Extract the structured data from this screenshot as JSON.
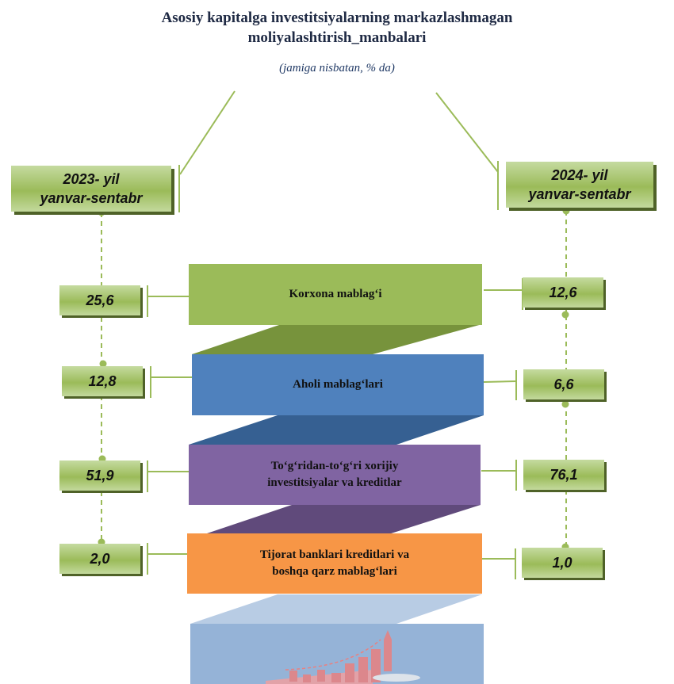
{
  "header": {
    "title_line1": "Asosiy kapitalga  investitsiyalarning markazlashmagan",
    "title_line2": "moliyalashtirish_manbalari",
    "subtitle": "(jamiga  nisbatan, % da)"
  },
  "periods": [
    {
      "line1": "2023- yil",
      "line2": "yanvar-sentabr"
    },
    {
      "line1": "2024- yil",
      "line2": "yanvar-sentabr"
    }
  ],
  "colors": {
    "box_green": "#9bbb59",
    "box_shadow": "#4f6228",
    "connector": "#9bbb59",
    "band_green": "#9bbb59",
    "band_blue": "#4f81bd",
    "band_purple": "#8064a2",
    "band_orange": "#f79646",
    "band_lightblue": "#95b3d7"
  },
  "chart_data": {
    "type": "table",
    "title": "Asosiy kapitalga investitsiyalarning markazlashmagan moliyalashtirish manbalari",
    "subtitle": "(jamiga nisbatan, % da)",
    "unit": "%",
    "periods": [
      "2023- yil yanvar-sentabr",
      "2024- yil yanvar-sentabr"
    ],
    "categories": [
      {
        "label_line1": "Korxona mablag‘i",
        "label_line2": "",
        "v2023": "25,6",
        "v2024": "12,6"
      },
      {
        "label_line1": "Aholi mablag‘lari",
        "label_line2": "",
        "v2023": "12,8",
        "v2024": "6,6"
      },
      {
        "label_line1": "To‘g‘ridan-to‘g‘ri xorijiy",
        "label_line2": "investitsiyalar va kreditlar",
        "v2023": "51,9",
        "v2024": "76,1"
      },
      {
        "label_line1": "Tijorat banklari kreditlari va",
        "label_line2": "boshqa qarz mablag‘lari",
        "v2023": "2,0",
        "v2024": "1,0"
      }
    ],
    "values_2023": [
      25.6,
      12.8,
      51.9,
      2.0
    ],
    "values_2024": [
      12.6,
      6.6,
      76.1,
      1.0
    ]
  }
}
